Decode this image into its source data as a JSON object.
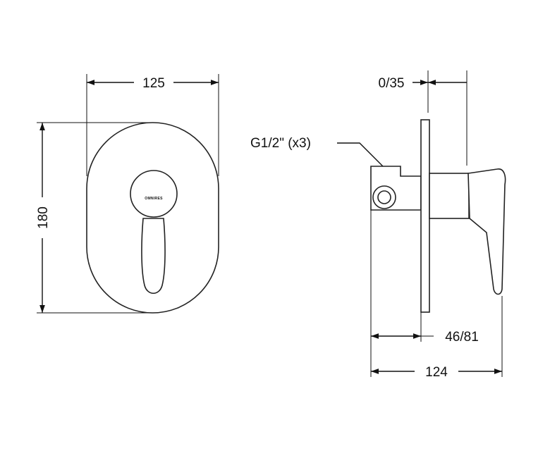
{
  "front_view": {
    "width_dimension": "125",
    "height_dimension": "180",
    "brand_mark": "OMNIRES"
  },
  "side_view": {
    "depth_adjust_dimension": "0/35",
    "connection_label": "G1/2\" (x3)",
    "body_depth_dimension": "46/81",
    "total_depth_dimension": "124"
  }
}
